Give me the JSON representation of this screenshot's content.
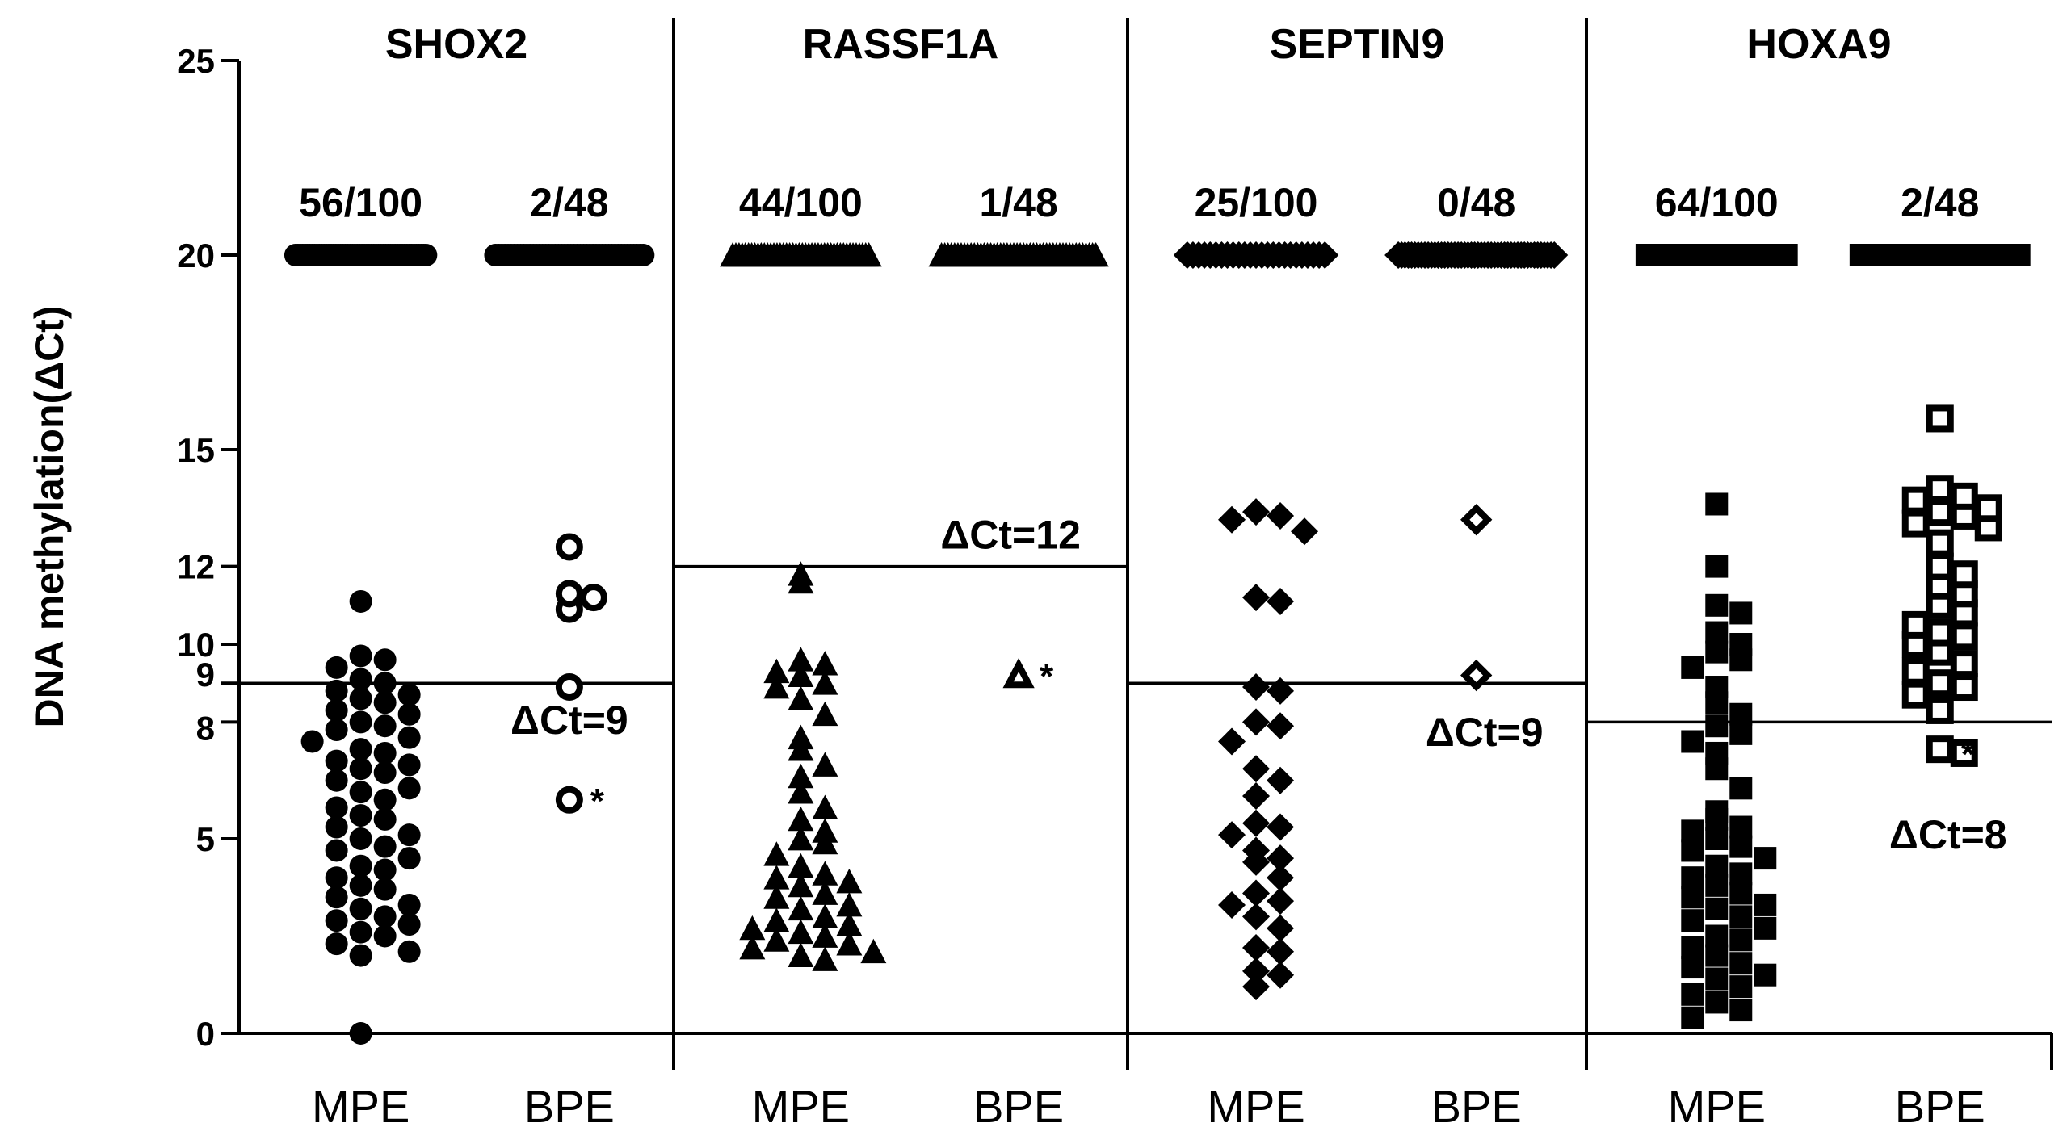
{
  "chart_data": {
    "type": "scatter",
    "ylabel": "DNA methylation(ΔCt)",
    "yticks": [
      0,
      5,
      8,
      9,
      10,
      12,
      15,
      20,
      25
    ],
    "ylim": [
      0,
      25
    ],
    "categories": [
      "MPE",
      "BPE"
    ],
    "panels": [
      {
        "gene": "SHOX2",
        "marker": "circle",
        "cutoff_value": 9,
        "cutoff_label": "ΔCt=9",
        "cutoff_label_group": "BPE",
        "groups": [
          {
            "category": "MPE",
            "count_label": "56/100",
            "filled": true,
            "at20": 56,
            "values": [
              11.1,
              9.7,
              9.6,
              9.4,
              9.1,
              9.0,
              8.8,
              8.7,
              8.6,
              8.5,
              8.3,
              8.2,
              8.0,
              7.9,
              7.8,
              7.6,
              7.5,
              7.3,
              7.2,
              7.0,
              6.9,
              6.8,
              6.7,
              6.5,
              6.3,
              6.2,
              6.0,
              5.8,
              5.6,
              5.5,
              5.3,
              5.1,
              5.0,
              4.8,
              4.7,
              4.5,
              4.3,
              4.2,
              4.0,
              3.8,
              3.7,
              3.5,
              3.3,
              3.2,
              3.0,
              2.9,
              2.8,
              2.6,
              2.5,
              2.3,
              2.1,
              2.0,
              0.0
            ]
          },
          {
            "category": "BPE",
            "count_label": "2/48",
            "filled": false,
            "at20": 48,
            "values": [
              12.5,
              11.3,
              11.2,
              10.9,
              8.9,
              6.0
            ],
            "star_value": 6.0
          }
        ]
      },
      {
        "gene": "RASSF1A",
        "marker": "triangle",
        "cutoff_value": 12,
        "cutoff_label": "ΔCt=12",
        "cutoff_label_group": "BPE-above",
        "groups": [
          {
            "category": "MPE",
            "count_label": "44/100",
            "filled": true,
            "at20": 44,
            "values": [
              11.8,
              11.6,
              9.6,
              9.5,
              9.3,
              9.2,
              9.0,
              8.9,
              8.6,
              8.2,
              7.6,
              7.3,
              6.9,
              6.6,
              6.2,
              5.8,
              5.5,
              5.2,
              5.0,
              4.9,
              4.6,
              4.3,
              4.1,
              4.0,
              3.9,
              3.8,
              3.6,
              3.5,
              3.3,
              3.2,
              3.0,
              2.9,
              2.8,
              2.7,
              2.6,
              2.5,
              2.4,
              2.3,
              2.2,
              2.1,
              2.0,
              1.9
            ]
          },
          {
            "category": "BPE",
            "count_label": "1/48",
            "filled": false,
            "at20": 48,
            "values": [
              9.2
            ],
            "star_value": 9.2
          }
        ]
      },
      {
        "gene": "SEPTIN9",
        "marker": "diamond",
        "cutoff_value": 9,
        "cutoff_label": "ΔCt=9",
        "cutoff_label_group": "BPE-below",
        "groups": [
          {
            "category": "MPE",
            "count_label": "25/100",
            "filled": true,
            "at20": 25,
            "values": [
              13.4,
              13.3,
              13.2,
              12.9,
              11.2,
              11.1,
              8.9,
              8.8,
              8.0,
              7.9,
              7.5,
              6.8,
              6.5,
              6.1,
              5.4,
              5.3,
              5.1,
              4.7,
              4.5,
              4.4,
              4.0,
              3.6,
              3.4,
              3.3,
              3.0,
              2.7,
              2.2,
              2.1,
              1.6,
              1.5,
              1.2
            ]
          },
          {
            "category": "BPE",
            "count_label": "0/48",
            "filled": false,
            "at20": 48,
            "values": [
              13.2,
              9.2
            ]
          }
        ]
      },
      {
        "gene": "HOXA9",
        "marker": "square",
        "cutoff_value": 8,
        "cutoff_label": "ΔCt=8",
        "cutoff_label_group": "BPE-below",
        "groups": [
          {
            "category": "MPE",
            "count_label": "64/100",
            "filled": true,
            "at20": 64,
            "values": [
              13.6,
              12.0,
              11.0,
              10.8,
              10.3,
              10.0,
              9.8,
              9.6,
              9.4,
              8.9,
              8.5,
              8.2,
              7.9,
              7.7,
              7.5,
              7.2,
              6.8,
              6.3,
              5.7,
              5.5,
              5.3,
              5.2,
              5.0,
              4.8,
              4.7,
              4.5,
              4.3,
              4.1,
              4.0,
              3.8,
              3.6,
              3.5,
              3.3,
              3.2,
              3.0,
              2.9,
              2.7,
              2.5,
              2.4,
              2.2,
              2.0,
              1.8,
              1.7,
              1.5,
              1.4,
              1.2,
              1.0,
              0.8,
              0.6,
              0.4
            ]
          },
          {
            "category": "BPE",
            "count_label": "2/48",
            "filled": false,
            "at20": 48,
            "values": [
              15.8,
              14.0,
              13.8,
              13.7,
              13.5,
              13.4,
              13.3,
              13.1,
              13.0,
              12.6,
              12.0,
              11.8,
              11.5,
              11.3,
              11.0,
              10.8,
              10.5,
              10.3,
              10.2,
              10.0,
              9.8,
              9.5,
              9.3,
              9.0,
              8.9,
              8.7,
              8.3,
              7.3,
              7.2
            ],
            "star_value": 7.2
          }
        ]
      }
    ]
  }
}
